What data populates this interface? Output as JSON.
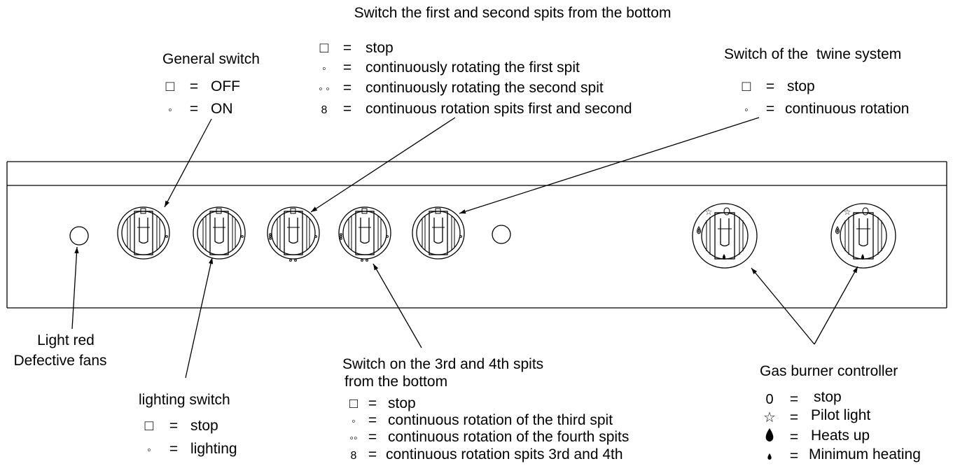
{
  "callouts": {
    "general_switch": {
      "title": "General switch",
      "legend": [
        {
          "symbol": "□",
          "sep": "=",
          "text": "OFF"
        },
        {
          "symbol": "◦",
          "sep": "=",
          "text": "ON"
        }
      ]
    },
    "spits_1_2": {
      "title": "Switch the first and second spits from the bottom",
      "legend": [
        {
          "symbol": "□",
          "sep": "=",
          "text": "stop"
        },
        {
          "symbol": "◦",
          "sep": "=",
          "text": "continuously rotating the first spit"
        },
        {
          "symbol": "◦ ◦",
          "sep": "=",
          "text": "continuously rotating the second spit"
        },
        {
          "symbol": "8",
          "sep": "=",
          "text": "continuous rotation spits first and second"
        }
      ]
    },
    "twine_system": {
      "title": "Switch of the  twine system",
      "legend": [
        {
          "symbol": "□",
          "sep": "=",
          "text": "stop"
        },
        {
          "symbol": "◦",
          "sep": "=",
          "text": "continuous rotation"
        }
      ]
    },
    "light_red": {
      "line1": "Light red",
      "line2": "Defective fans"
    },
    "lighting_switch": {
      "title": "lighting switch",
      "legend": [
        {
          "symbol": "□",
          "sep": "=",
          "text": "stop"
        },
        {
          "symbol": "◦",
          "sep": "=",
          "text": "lighting"
        }
      ]
    },
    "spits_3_4": {
      "title_line1": "Switch on the 3rd and 4th spits",
      "title_line2": "from the bottom",
      "legend": [
        {
          "symbol": "□",
          "sep": "=",
          "text": "stop"
        },
        {
          "symbol": "◦",
          "sep": "=",
          "text": "continuous rotation of the third spit"
        },
        {
          "symbol": "◦◦",
          "sep": "=",
          "text": "continuous rotation of the fourth spits"
        },
        {
          "symbol": "8",
          "sep": "=",
          "text": "continuous rotation spits 3rd and 4th"
        }
      ]
    },
    "gas_burner": {
      "title": "Gas burner controller",
      "legend": [
        {
          "symbol": "0",
          "sep": "=",
          "text": "stop"
        },
        {
          "symbol": "☆",
          "sep": "=",
          "text": "Pilot light"
        },
        {
          "symbol": "drop-large",
          "sep": "=",
          "text": "Heats up"
        },
        {
          "symbol": "drop-small",
          "sep": "=",
          "text": "Minimum heating"
        }
      ]
    }
  },
  "colors": {
    "ink": "#000000",
    "background": "#ffffff"
  }
}
